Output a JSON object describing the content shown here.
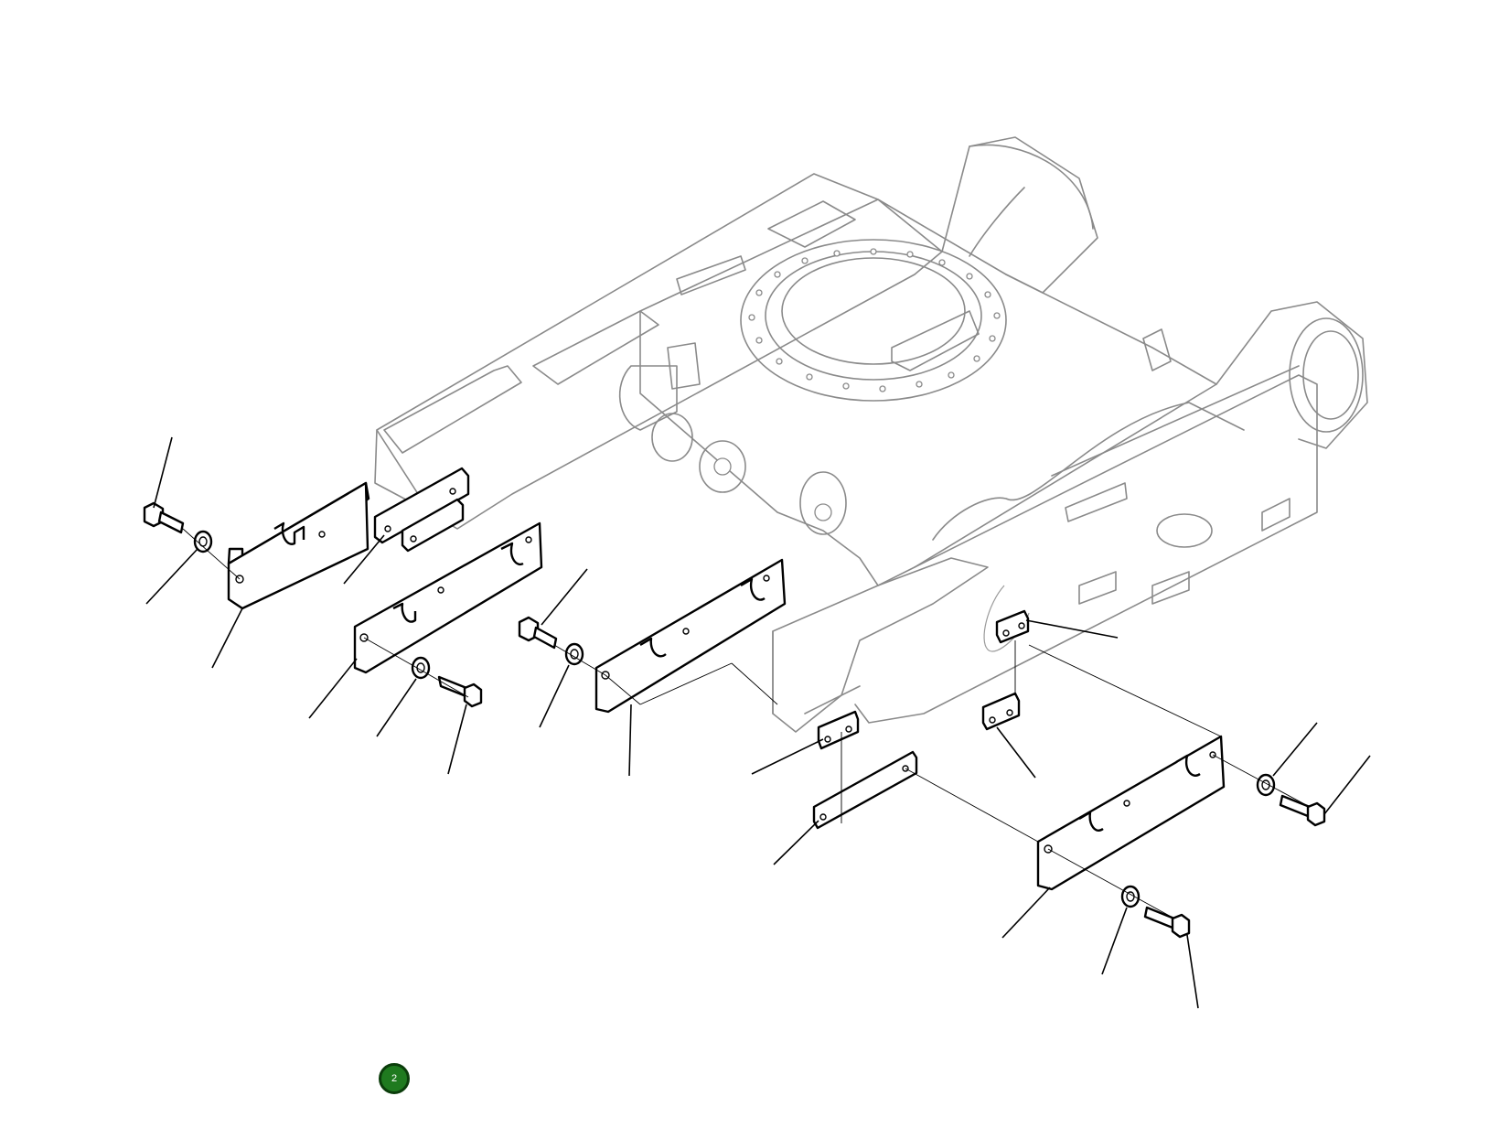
{
  "diagram": {
    "callout_badge": {
      "label": "2",
      "color": "#1f7a1f"
    },
    "parts": [
      "frame",
      "cover-plate",
      "bolt",
      "washer",
      "shim-plate",
      "spacer-block"
    ]
  }
}
